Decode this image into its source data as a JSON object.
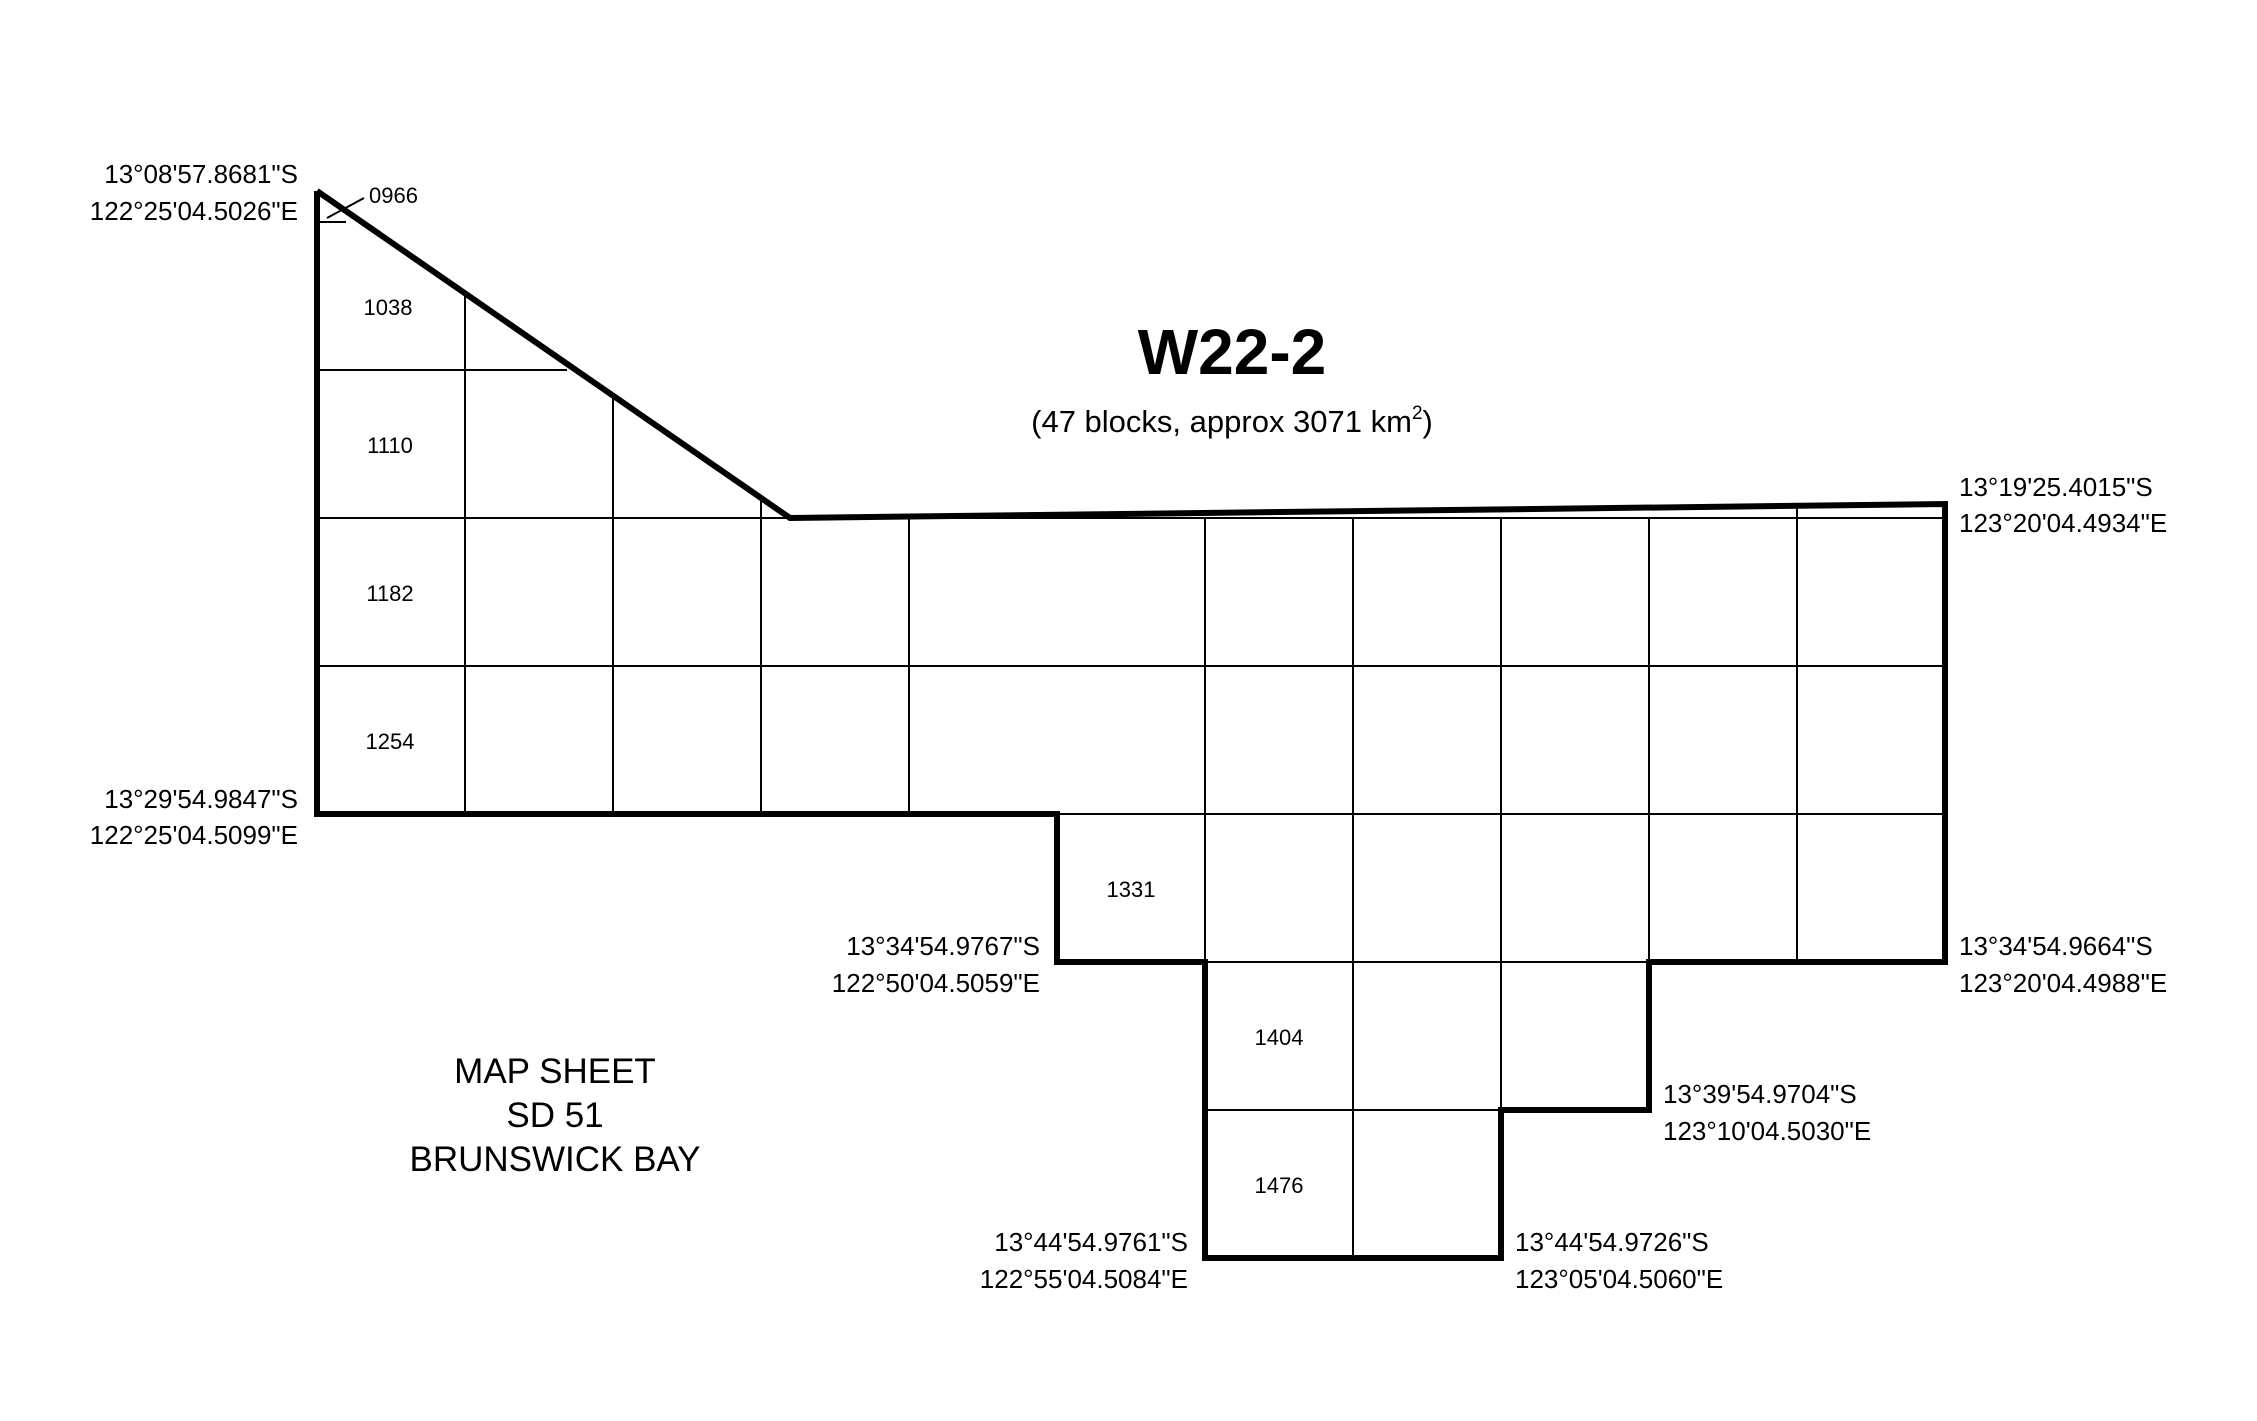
{
  "title": "W22-2",
  "subtitle": {
    "prefix": "(47 blocks, approx 3071 km",
    "superscript": "2",
    "suffix": ")"
  },
  "map_sheet": [
    "MAP SHEET",
    "SD 51",
    "BRUNSWICK BAY"
  ],
  "block_labels": [
    "0966",
    "1038",
    "1110",
    "1182",
    "1254",
    "1331",
    "1404",
    "1476"
  ],
  "corners": [
    {
      "lat": "13°08'57.8681\"S",
      "lon": "122°25'04.5026\"E"
    },
    {
      "lat": "13°19'25.4015\"S",
      "lon": "123°20'04.4934\"E"
    },
    {
      "lat": "13°29'54.9847\"S",
      "lon": "122°25'04.5099\"E"
    },
    {
      "lat": "13°34'54.9767\"S",
      "lon": "122°50'04.5059\"E"
    },
    {
      "lat": "13°34'54.9664\"S",
      "lon": "123°20'04.4988\"E"
    },
    {
      "lat": "13°39'54.9704\"S",
      "lon": "123°10'04.5030\"E"
    },
    {
      "lat": "13°44'54.9761\"S",
      "lon": "122°55'04.5084\"E"
    },
    {
      "lat": "13°44'54.9726\"S",
      "lon": "123°05'04.5060\"E"
    }
  ]
}
